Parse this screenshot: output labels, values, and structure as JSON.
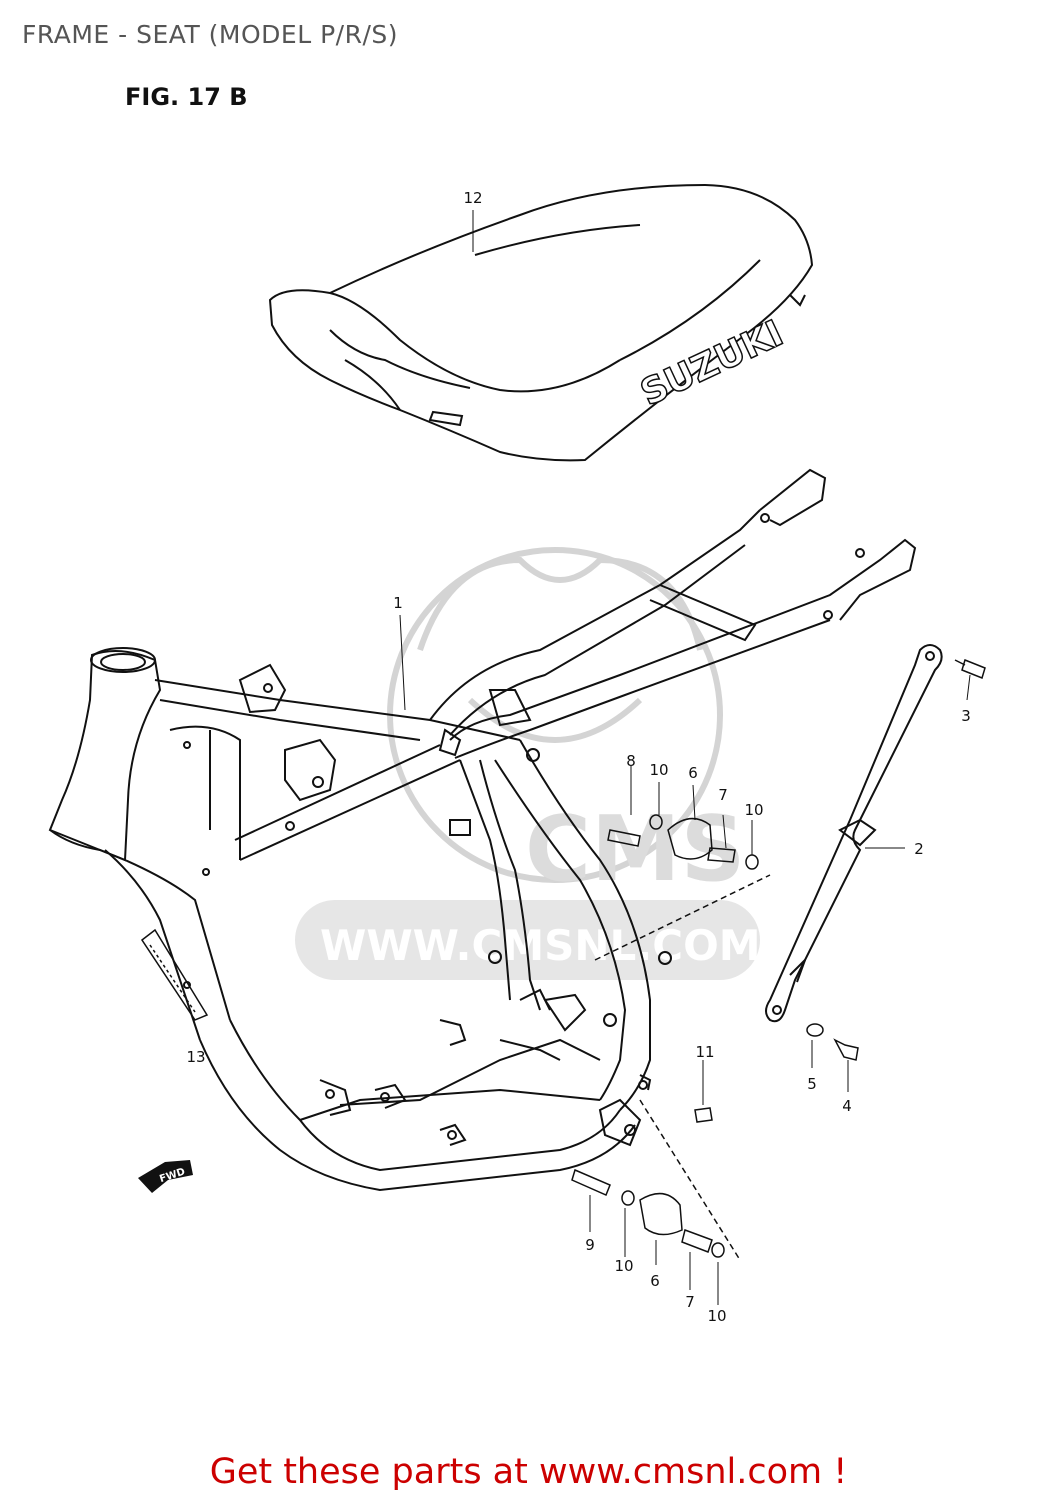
{
  "page": {
    "title": "FRAME - SEAT (MODEL P/R/S)",
    "figure": "FIG. 17 B",
    "cta": "Get these parts at www.cmsnl.com !"
  },
  "diagram": {
    "seat_brand": "SUZUKI",
    "fwd_marker": "FWD",
    "watermark": {
      "logo": "CMS",
      "url": "WWW.CMSNL.COM"
    },
    "callouts": [
      {
        "id": "c12",
        "label": "12"
      },
      {
        "id": "c1",
        "label": "1"
      },
      {
        "id": "c3",
        "label": "3"
      },
      {
        "id": "c2",
        "label": "2"
      },
      {
        "id": "c8",
        "label": "8"
      },
      {
        "id": "c10a",
        "label": "10"
      },
      {
        "id": "c6a",
        "label": "6"
      },
      {
        "id": "c7a",
        "label": "7"
      },
      {
        "id": "c10b",
        "label": "10"
      },
      {
        "id": "c13",
        "label": "13"
      },
      {
        "id": "c11",
        "label": "11"
      },
      {
        "id": "c5",
        "label": "5"
      },
      {
        "id": "c4",
        "label": "4"
      },
      {
        "id": "c9",
        "label": "9"
      },
      {
        "id": "c10c",
        "label": "10"
      },
      {
        "id": "c6b",
        "label": "6"
      },
      {
        "id": "c7b",
        "label": "7"
      },
      {
        "id": "c10d",
        "label": "10"
      }
    ]
  },
  "colors": {
    "line": "#111111",
    "title": "#555555",
    "cta": "#cc0000",
    "watermark": "#d4d4d4"
  }
}
